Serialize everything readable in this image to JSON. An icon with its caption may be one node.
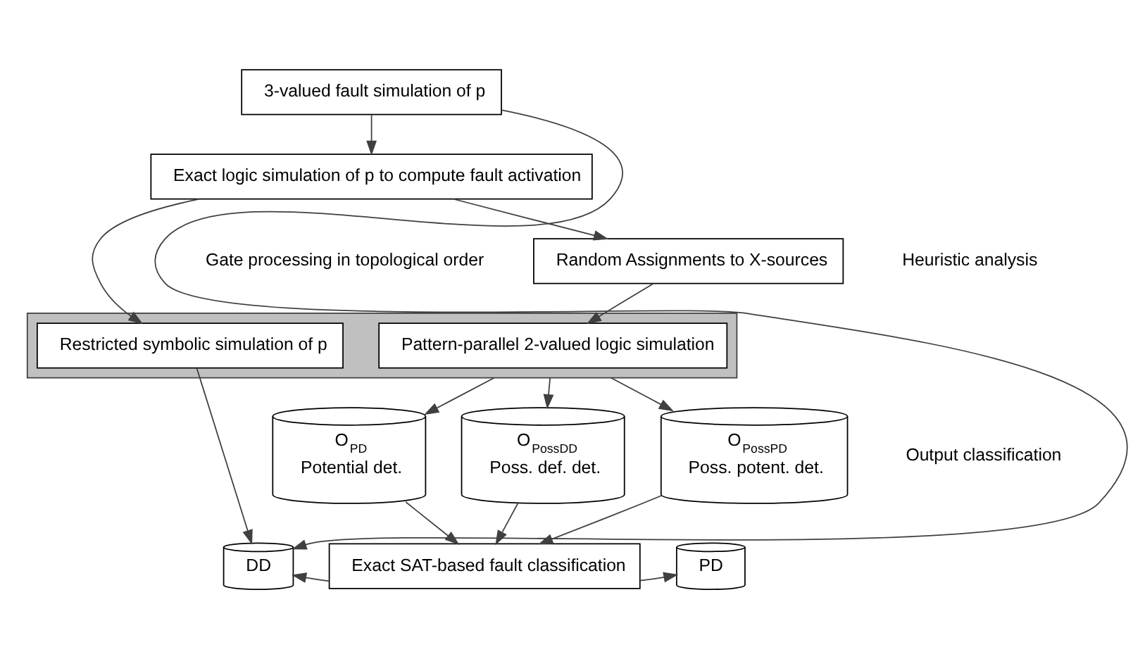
{
  "diagram": {
    "nodes": [
      {
        "text": [
          "3-valued fault simulation of p"
        ]
      },
      {
        "text": [
          "Exact logic simulation of p to compute fault activation"
        ]
      },
      {
        "text": [
          "Random Assignments to X-sources"
        ]
      },
      {
        "text": [],
        "shape": "box"
      },
      {
        "text": [
          "Restricted symbolic simulation of p"
        ],
        "in": 3
      },
      {
        "text": [
          "Pattern-parallel 2-valued logic simulation"
        ],
        "in": 3
      },
      {
        "text": [
          "O$_{PD}$",
          "Potential det."
        ]
      },
      {
        "text": [
          "O$_{PossDD}$",
          "Poss. def. det."
        ]
      },
      {
        "text": [
          "O$_{PossPD}$",
          "Poss. potent. det."
        ]
      },
      {
        "text": [
          "DD"
        ]
      },
      {
        "text": [
          "Exact SAT-based fault classification"
        ]
      },
      {
        "text": [
          "PD"
        ]
      }
    ],
    "edges": [
      {
        "from": 0,
        "to": 1,
        "arrow": "to"
      },
      {
        "from": 0,
        "to": 9,
        "arrow": "to"
      },
      {
        "from": 1,
        "to": 4,
        "arrow": "to"
      },
      {
        "from": 1,
        "to": 2,
        "arrow": "to"
      },
      {
        "from": 2,
        "to": 5,
        "arrow": "to"
      },
      {
        "from": 4,
        "to": 9,
        "arrow": "to"
      },
      {
        "from": 3,
        "to": 6,
        "arrow": "to"
      },
      {
        "from": 3,
        "to": 7,
        "arrow": "to"
      },
      {
        "from": 3,
        "to": 8,
        "arrow": "to"
      },
      {
        "from": 6,
        "to": 10,
        "arrow": "to"
      },
      {
        "from": 7,
        "to": 10,
        "arrow": "to"
      },
      {
        "from": 8,
        "to": 10,
        "arrow": "to"
      },
      {
        "from": 10,
        "to": 9,
        "arrow": "to"
      },
      {
        "from": 10,
        "to": 11,
        "arrow": "to"
      }
    ],
    "labels": [
      "Gate processing in topological order",
      "Heuristic analysis",
      "Output classification"
    ]
  }
}
